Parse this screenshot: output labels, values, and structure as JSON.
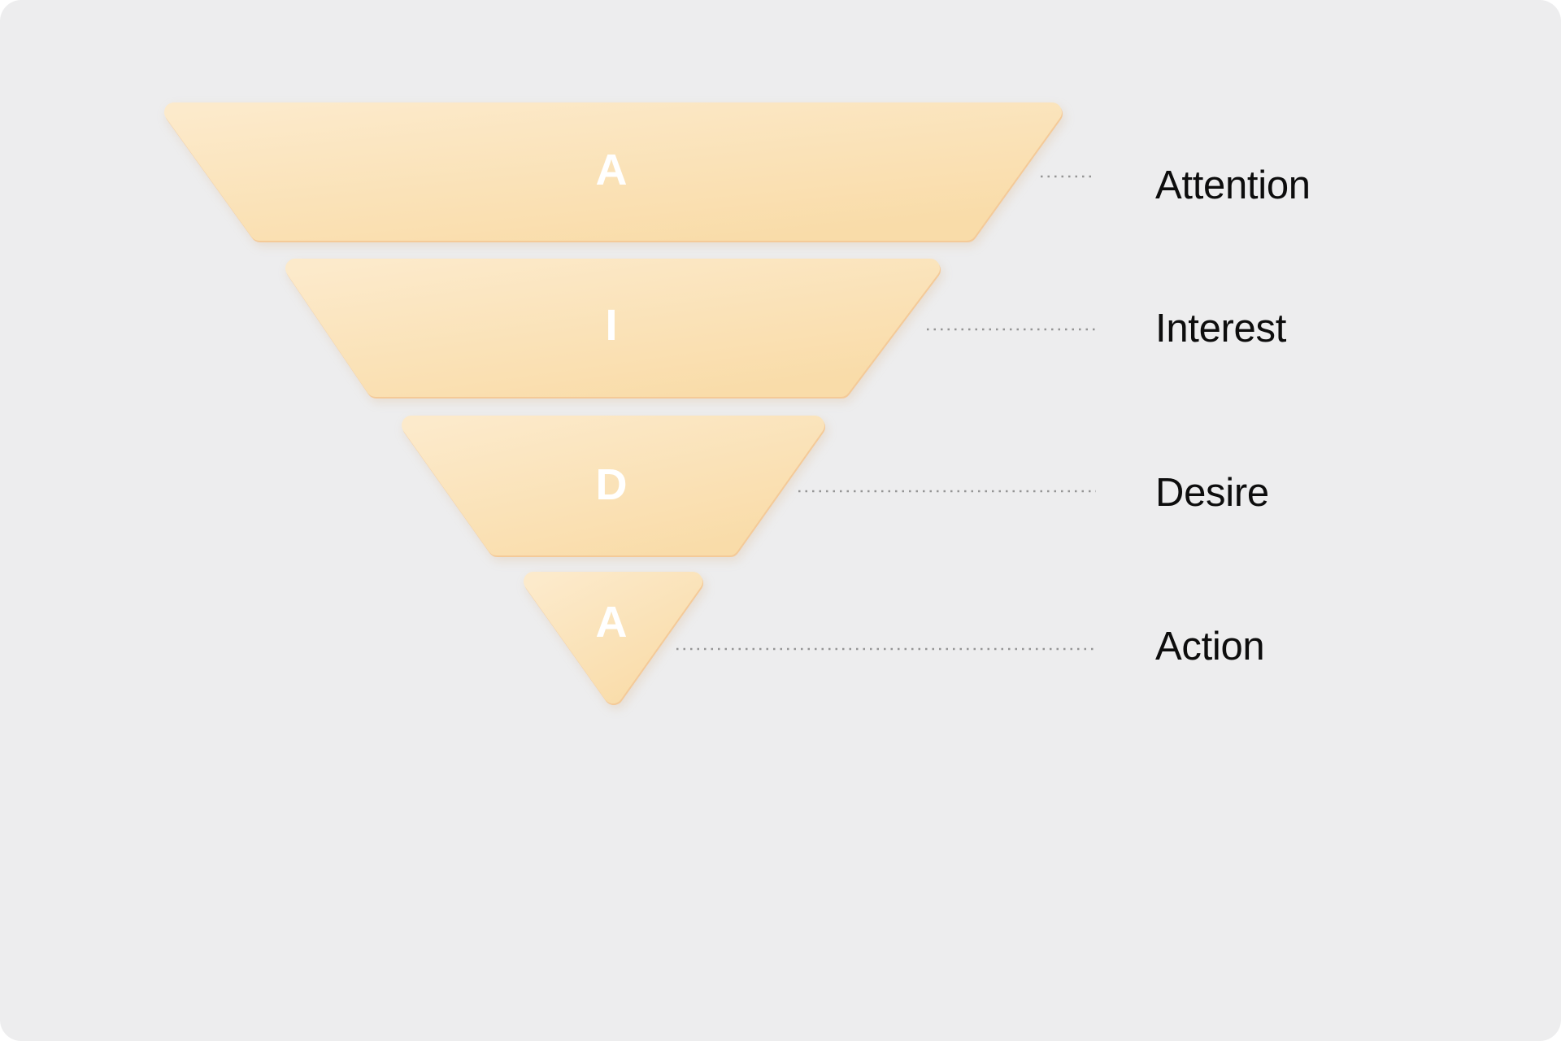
{
  "diagram": {
    "type": "funnel",
    "model": "AIDA",
    "stages": [
      {
        "letter": "A",
        "label": "Attention"
      },
      {
        "letter": "I",
        "label": "Interest"
      },
      {
        "letter": "D",
        "label": "Desire"
      },
      {
        "letter": "A",
        "label": "Action"
      }
    ],
    "colors": {
      "stage_fill_light": "#FCEACB",
      "stage_fill_dark": "#F9DCA9",
      "stage_edge_rim": "#F6C58D",
      "stage_letter": "#FFFFFF",
      "label_text": "#0D0D0D",
      "connector_dots": "#8C8C8C",
      "panel_background": "#EDEDEE",
      "page_background": "#FFFFFF"
    }
  }
}
